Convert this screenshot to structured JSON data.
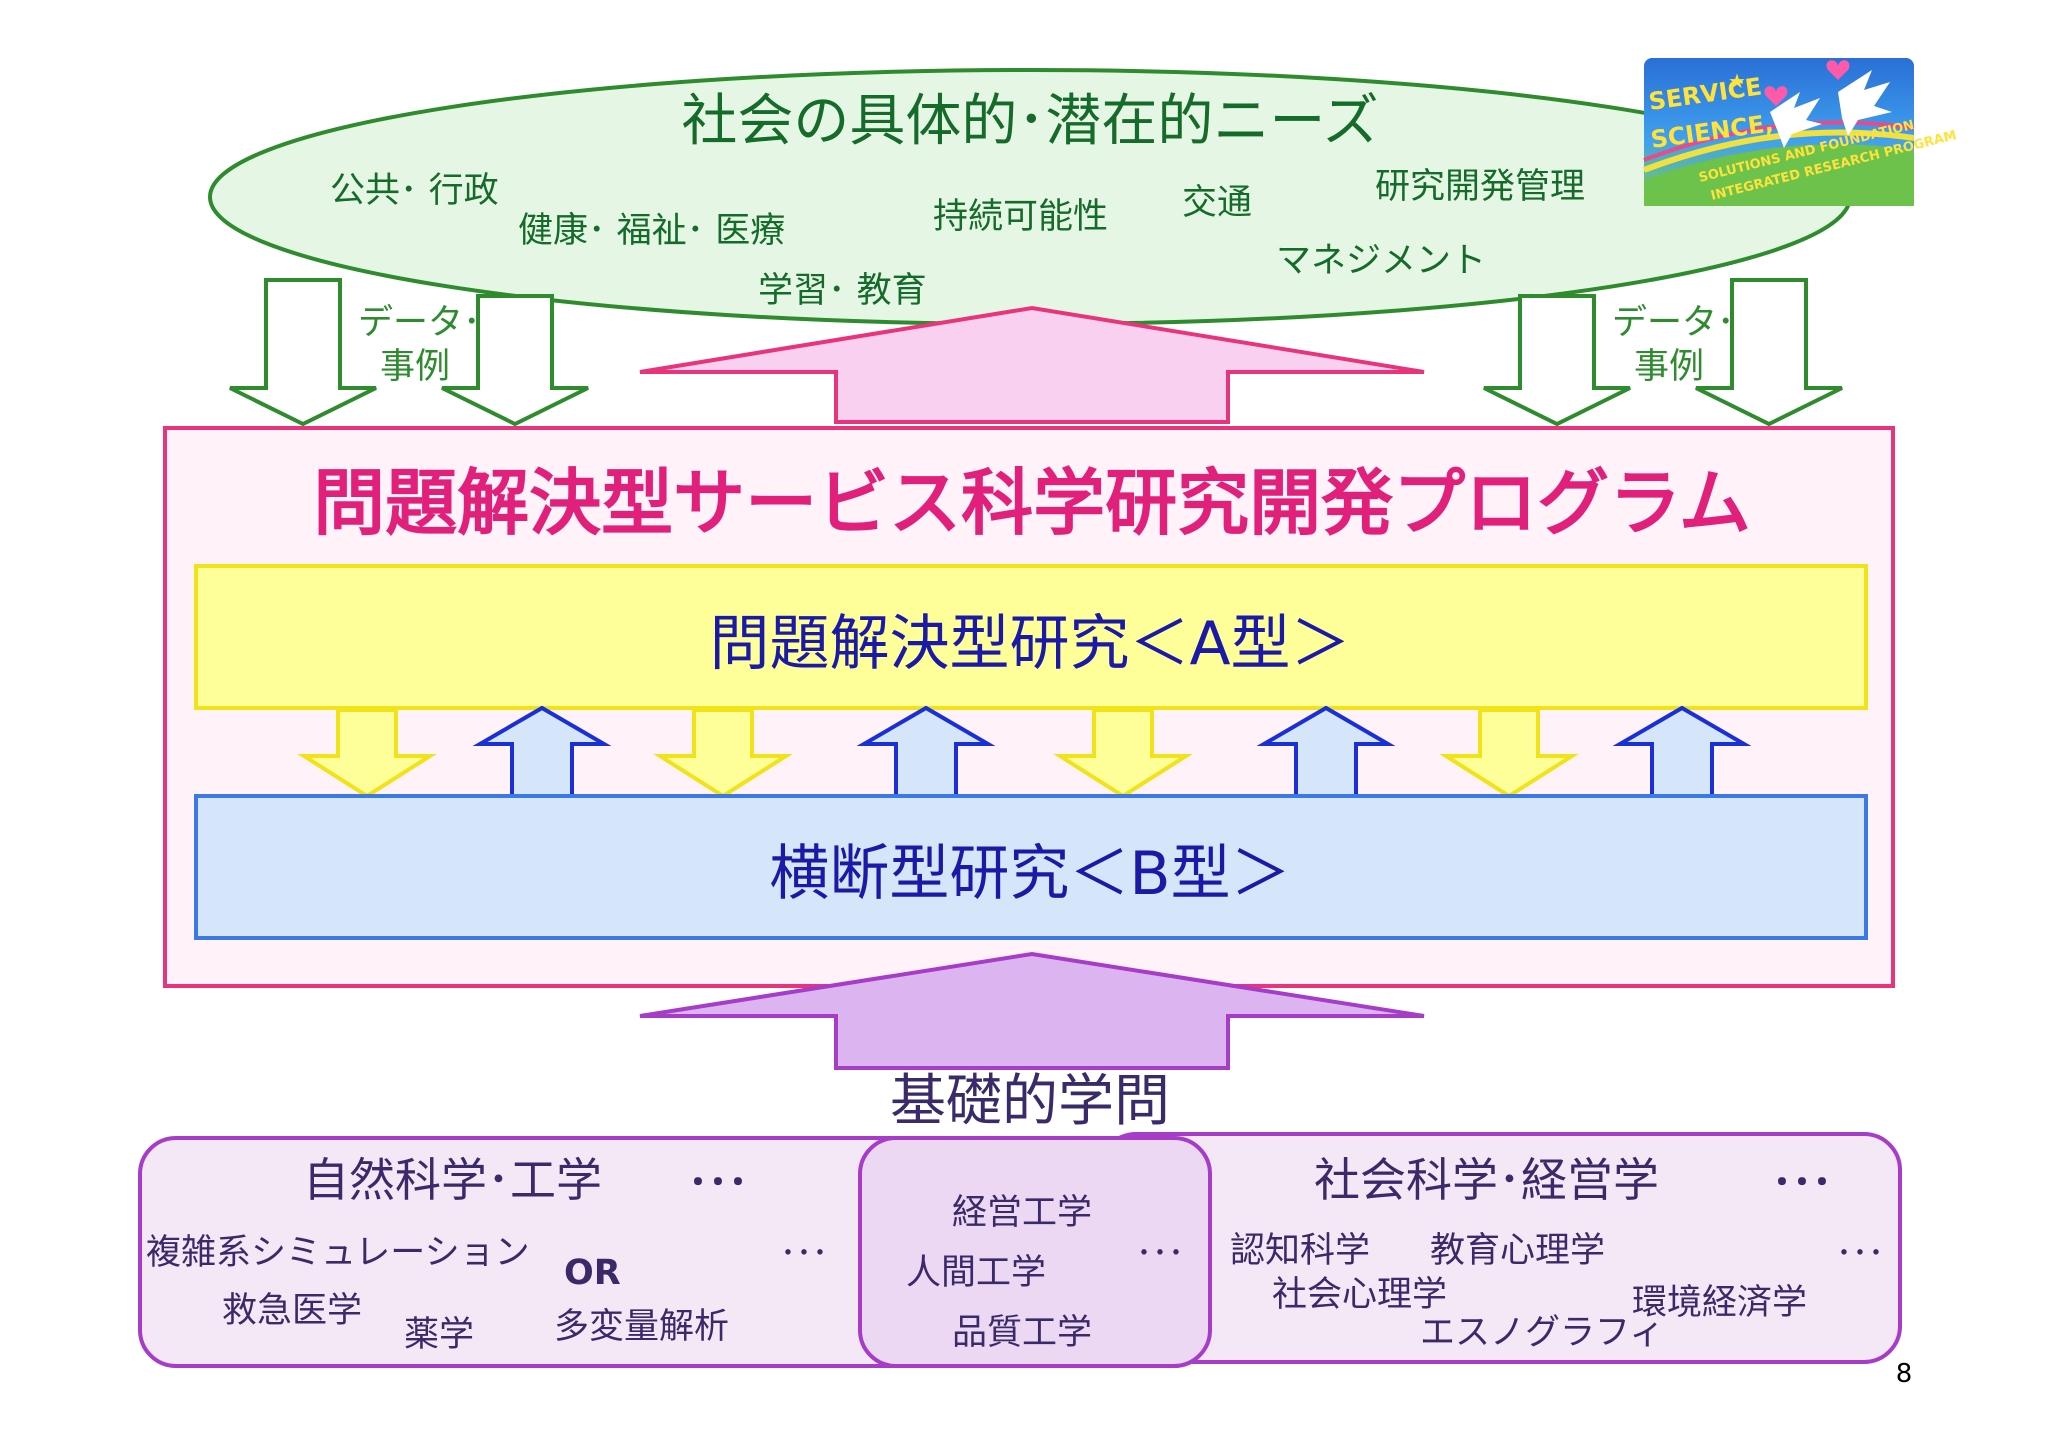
{
  "needs": {
    "title": "社会の具体的･潜在的ニーズ",
    "items": {
      "public": "公共･ 行政",
      "health": "健康･ 福祉･ 医療",
      "learning": "学習･ 教育",
      "sustainability": "持続可能性",
      "transport": "交通",
      "rnd": "研究開発管理",
      "management": "マネジメント"
    }
  },
  "data_label": {
    "left_line1": "データ･",
    "left_line2": "事例",
    "right_line1": "データ･",
    "right_line2": "事例"
  },
  "logo": {
    "line1": "SERVICE",
    "line2": "SCIENCE,",
    "line3": "SOLUTIONS AND FOUNDATION",
    "line4": "INTEGRATED RESEARCH PROGRAM"
  },
  "program": {
    "title": "問題解決型サービス科学研究開発プログラム",
    "type_a": "問題解決型研究＜A型＞",
    "type_b": "横断型研究＜B型＞"
  },
  "foundation": {
    "title": "基礎的学問",
    "natural": {
      "title": "自然科学･工学",
      "ellipsis": "･･･",
      "items": {
        "complex": "複雑系シミュレーション",
        "or": "OR",
        "emergency": "救急医学",
        "pharmacy": "薬学",
        "multivariate": "多変量解析"
      },
      "more": "･･･"
    },
    "middle": {
      "items": {
        "mgmt_eng": "経営工学",
        "human_eng": "人間工学",
        "quality_eng": "品質工学"
      },
      "more": "･･･"
    },
    "social": {
      "title": "社会科学･経営学",
      "ellipsis": "･･･",
      "items": {
        "cognitive": "認知科学",
        "edu_psych": "教育心理学",
        "social_psych": "社会心理学",
        "env_econ": "環境経済学",
        "ethnography": "エスノグラフィ"
      },
      "more": "･･･"
    }
  },
  "page_number": "8",
  "colors": {
    "green": "#2e8b2e",
    "green_fill": "#e6f6e4",
    "pink": "#e8347a",
    "pink_fill": "#fff2f9",
    "arrow_pink_fill": "#f9d0f0",
    "magenta_title": "#e0207a",
    "yellow_fill": "#ffff99",
    "yellow_stroke": "#f2e21a",
    "blue_text": "#1a1aa6",
    "blue_fill": "#d5e6fb",
    "blue_stroke": "#3c78e6",
    "purple": "#a63cc8",
    "purple_fill": "#f4e8f6",
    "purple_arrow_fill": "#dcb4f0"
  }
}
